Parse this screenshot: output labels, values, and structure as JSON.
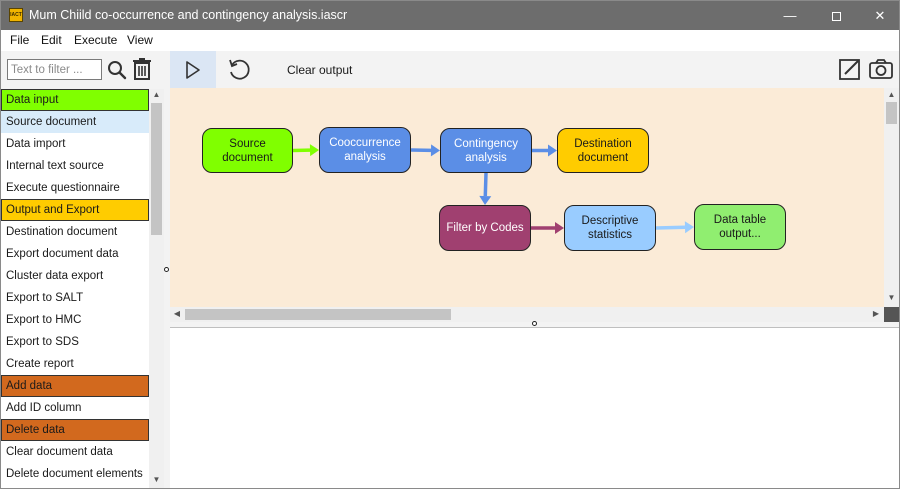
{
  "window": {
    "title": "Mum Chiild co-occurrence and contingency analysis.iascr",
    "app_icon_text": "IACT"
  },
  "menu": [
    "File",
    "Edit",
    "Execute",
    "View"
  ],
  "filter": {
    "placeholder": "Text to filter ..."
  },
  "tool_list": [
    {
      "label": "Data input",
      "category": true,
      "color": "#80ff00"
    },
    {
      "label": "Source document",
      "selected": true
    },
    {
      "label": "Data import"
    },
    {
      "label": "Internal text source"
    },
    {
      "label": "Execute questionnaire"
    },
    {
      "label": "Output and Export",
      "category": true,
      "color": "#ffcc00"
    },
    {
      "label": "Destination document"
    },
    {
      "label": "Export document data"
    },
    {
      "label": "Cluster data export"
    },
    {
      "label": "Export to SALT"
    },
    {
      "label": "Export to HMC"
    },
    {
      "label": "Export to SDS"
    },
    {
      "label": "Create report"
    },
    {
      "label": "Add data",
      "category": true,
      "color": "#d2691e"
    },
    {
      "label": "Add ID column"
    },
    {
      "label": "Delete data",
      "category": true,
      "color": "#d2691e"
    },
    {
      "label": "Clear document data"
    },
    {
      "label": "Delete document elements"
    }
  ],
  "toolbar": {
    "clear_output": "Clear output"
  },
  "workflow": {
    "nodes": [
      {
        "id": "source",
        "label": "Source document",
        "color": "#80ff00",
        "text_color": "#1a1a1a"
      },
      {
        "id": "cooc",
        "label": "Cooccurrence analysis",
        "color": "#5b8ee6",
        "text_color": "#ffffff"
      },
      {
        "id": "cont",
        "label": "Contingency analysis",
        "color": "#5b8ee6",
        "text_color": "#ffffff"
      },
      {
        "id": "dest",
        "label": "Destination document",
        "color": "#ffcc00",
        "text_color": "#1a1a1a"
      },
      {
        "id": "filter",
        "label": "Filter by Codes",
        "color": "#a04070",
        "text_color": "#ffffff"
      },
      {
        "id": "desc",
        "label": "Descriptive statistics",
        "color": "#99ccff",
        "text_color": "#1a1a1a"
      },
      {
        "id": "table",
        "label": "Data table output...",
        "color": "#90ee70",
        "text_color": "#1a1a1a"
      }
    ],
    "edges": [
      {
        "from": "source",
        "to": "cooc",
        "color": "#80ff00"
      },
      {
        "from": "cooc",
        "to": "cont",
        "color": "#5b8ee6"
      },
      {
        "from": "cont",
        "to": "dest",
        "color": "#5b8ee6"
      },
      {
        "from": "cont",
        "to": "filter",
        "color": "#5b8ee6"
      },
      {
        "from": "filter",
        "to": "desc",
        "color": "#a04070"
      },
      {
        "from": "desc",
        "to": "table",
        "color": "#99ccff"
      }
    ]
  }
}
